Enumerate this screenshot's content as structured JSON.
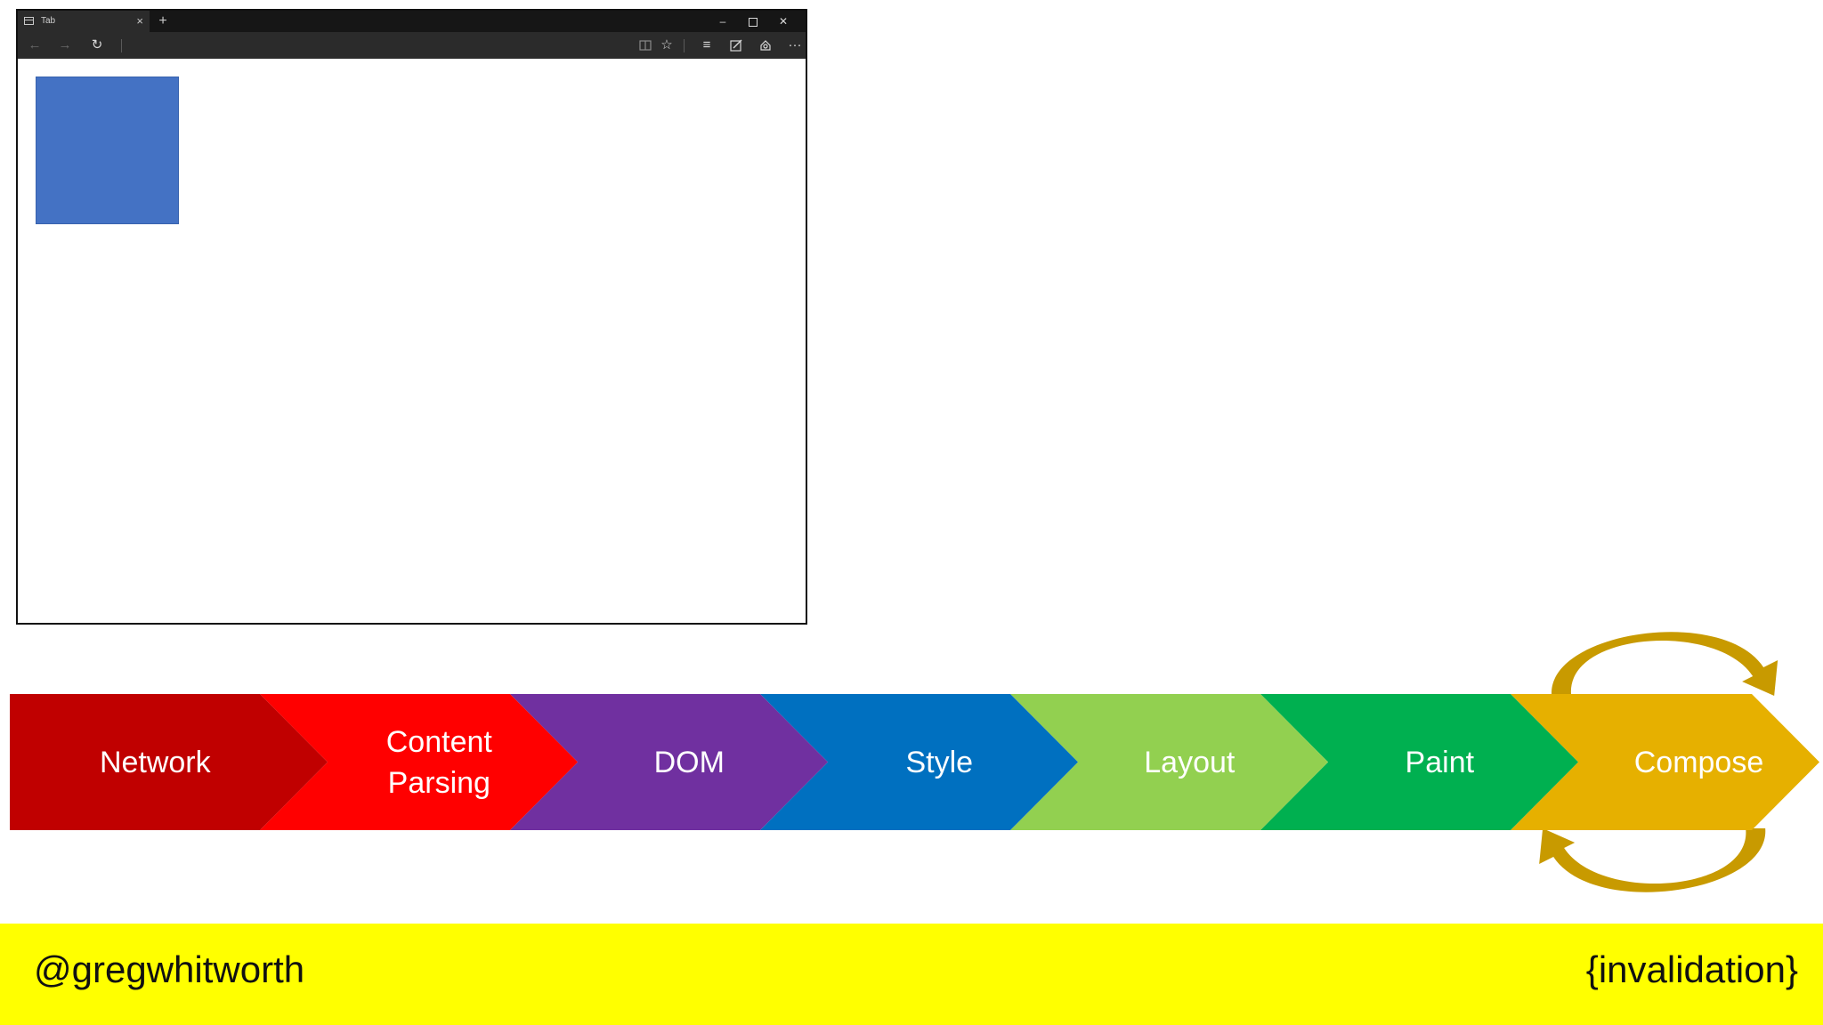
{
  "browser": {
    "tab_title": "Tab",
    "tab_close": "×",
    "new_tab": "+",
    "minimize": "–",
    "close": "✕",
    "toolbar": {
      "back": "←",
      "forward": "→",
      "refresh": "↻",
      "favorite": "☆",
      "hub": "≡",
      "more": "···"
    },
    "content_box_color": "#4472c4"
  },
  "pipeline": {
    "stages": [
      {
        "label": "Network",
        "color": "#c00000"
      },
      {
        "label": "Content\nParsing",
        "color": "#ff0000"
      },
      {
        "label": "DOM",
        "color": "#7030a0"
      },
      {
        "label": "Style",
        "color": "#0070c0"
      },
      {
        "label": "Layout",
        "color": "#92d050"
      },
      {
        "label": "Paint",
        "color": "#00b050"
      },
      {
        "label": "Compose",
        "color": "#e6b000"
      }
    ],
    "loop_arrow_color": "#c89a00"
  },
  "footer": {
    "handle": "@gregwhitworth",
    "topic": "{invalidation}",
    "background": "#ffff00"
  }
}
